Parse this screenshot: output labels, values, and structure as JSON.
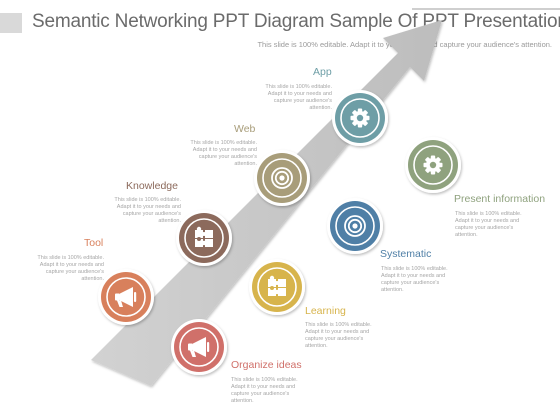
{
  "title": "Semantic Networking PPT Diagram Sample Of PPT Presentation",
  "subtitle": "This slide is 100% editable. Adapt it to your needs and capture your audience's attention.",
  "description_text": "This slide is 100% editable. Adapt it to your needs and capture your audience's attention.",
  "nodes": [
    {
      "id": "app",
      "label": "App",
      "color": "#6e9ea6",
      "icon": "gear-icon"
    },
    {
      "id": "web",
      "label": "Web",
      "color": "#a89d7a",
      "icon": "target-icon"
    },
    {
      "id": "knowledge",
      "label": "Knowledge",
      "color": "#8c6a5c",
      "icon": "puzzle-icon"
    },
    {
      "id": "tool",
      "label": "Tool",
      "color": "#d8805c",
      "icon": "megaphone-icon"
    },
    {
      "id": "present",
      "label": "Present information",
      "color": "#8fa27e",
      "icon": "gear-icon"
    },
    {
      "id": "systematic",
      "label": "Systematic",
      "color": "#4f7fa6",
      "icon": "target-icon"
    },
    {
      "id": "learning",
      "label": "Learning",
      "color": "#d7b44c",
      "icon": "puzzle-icon"
    },
    {
      "id": "organize",
      "label": "Organize ideas",
      "color": "#d0706a",
      "icon": "megaphone-icon"
    }
  ]
}
